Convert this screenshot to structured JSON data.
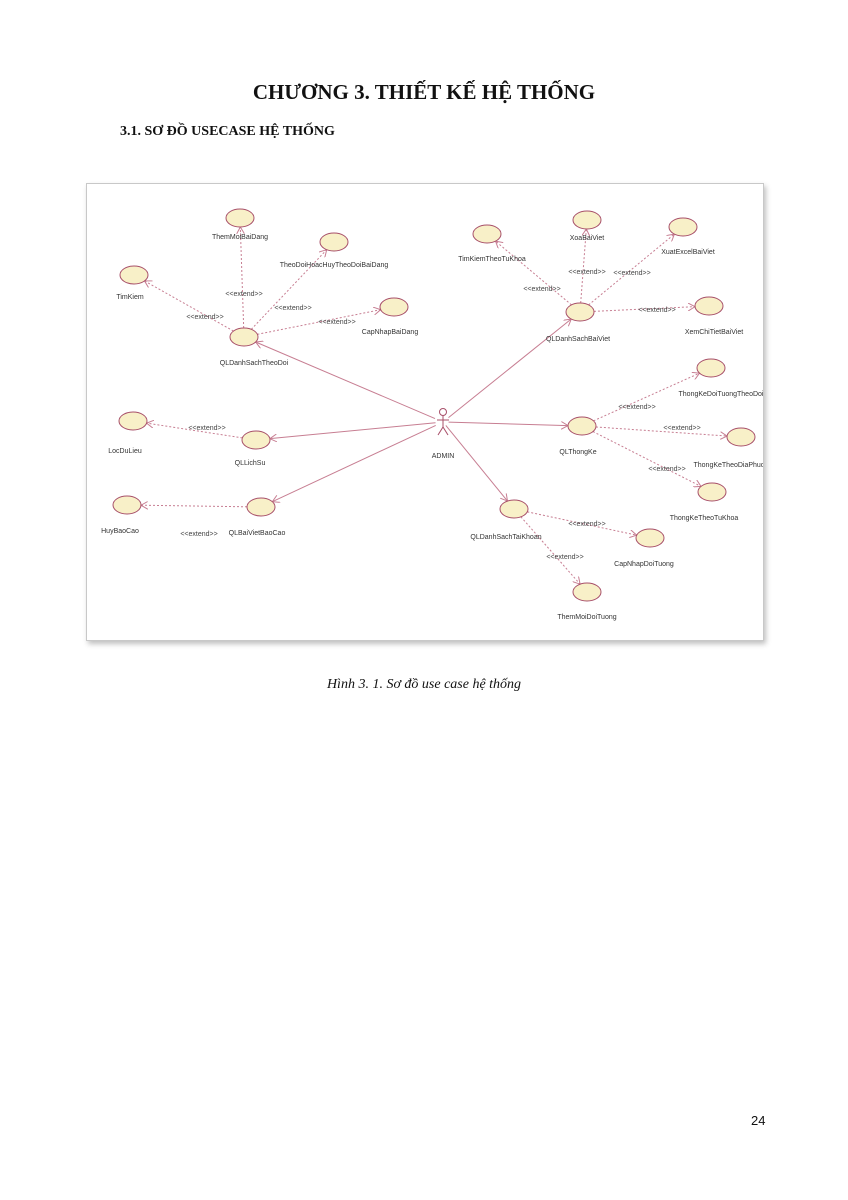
{
  "document": {
    "chapter_title": "CHƯƠNG 3. THIẾT KẾ HỆ THỐNG",
    "section_title": "3.1. SƠ ĐỒ USECASE HỆ THỐNG",
    "caption": "Hình 3. 1. Sơ đồ use case hệ thống",
    "page_number": "24"
  },
  "diagram": {
    "colors": {
      "ellipse_fill": "#f8f0c8",
      "ellipse_stroke": "#a8506a",
      "line": "#c77e92",
      "actor": "#a8506a"
    },
    "actor": {
      "id": "admin",
      "label": "ADMIN"
    },
    "usecases": [
      {
        "id": "themmoi",
        "label": "ThemMoiBaiDang"
      },
      {
        "id": "theodoi",
        "label": "TheoDoiHoacHuyTheoDoiBaiDang"
      },
      {
        "id": "timkiem",
        "label": "TimKiem"
      },
      {
        "id": "capnhapbd",
        "label": "CapNhapBaiDang"
      },
      {
        "id": "qldsd",
        "label": "QLDanhSachTheoDoi"
      },
      {
        "id": "locdulieu",
        "label": "LocDuLieu"
      },
      {
        "id": "qllichsu",
        "label": "QLLichSu"
      },
      {
        "id": "huybaocao",
        "label": "HuyBaoCao"
      },
      {
        "id": "qlbvbc",
        "label": "QLBaiVietBaoCao"
      },
      {
        "id": "timkiemtk",
        "label": "TimKiemTheoTuKhoa"
      },
      {
        "id": "xoabv",
        "label": "XoaBaiViet"
      },
      {
        "id": "xuatexcel",
        "label": "XuatExcelBaiViet"
      },
      {
        "id": "qldsbv",
        "label": "QLDanhSachBaiViet"
      },
      {
        "id": "xemct",
        "label": "XemChiTietBaiViet"
      },
      {
        "id": "tkdt",
        "label": "ThongKeDoiTuongTheoDoi"
      },
      {
        "id": "qltk",
        "label": "QLThongKe"
      },
      {
        "id": "tkdp",
        "label": "ThongKeTheoDiaPhuong"
      },
      {
        "id": "tktk",
        "label": "ThongKeTheoTuKhoa"
      },
      {
        "id": "qldstk",
        "label": "QLDanhSachTaiKhoan"
      },
      {
        "id": "capnhapdt",
        "label": "CapNhapDoiTuong"
      },
      {
        "id": "themmoidt",
        "label": "ThemMoiDoiTuong"
      }
    ],
    "associations": [
      {
        "from": "admin",
        "to": "qldsd"
      },
      {
        "from": "admin",
        "to": "qllichsu"
      },
      {
        "from": "admin",
        "to": "qlbvbc"
      },
      {
        "from": "admin",
        "to": "qldsbv"
      },
      {
        "from": "admin",
        "to": "qltk"
      },
      {
        "from": "admin",
        "to": "qldstk"
      }
    ],
    "extends": [
      {
        "from": "qldsd",
        "to": "themmoi",
        "label": "<<extend>>"
      },
      {
        "from": "qldsd",
        "to": "theodoi",
        "label": "<<extend>>"
      },
      {
        "from": "qldsd",
        "to": "timkiem",
        "label": "<<extend>>"
      },
      {
        "from": "qldsd",
        "to": "capnhapbd",
        "label": "<<extend>>"
      },
      {
        "from": "qllichsu",
        "to": "locdulieu",
        "label": "<<extend>>"
      },
      {
        "from": "qlbvbc",
        "to": "huybaocao",
        "label": "<<extend>>"
      },
      {
        "from": "qldsbv",
        "to": "timkiemtk",
        "label": "<<extend>>"
      },
      {
        "from": "qldsbv",
        "to": "xoabv",
        "label": "<<extend>>"
      },
      {
        "from": "qldsbv",
        "to": "xuatexcel",
        "label": "<<extend>>"
      },
      {
        "from": "qldsbv",
        "to": "xemct",
        "label": "<<extend>>"
      },
      {
        "from": "qltk",
        "to": "tkdt",
        "label": "<<extend>>"
      },
      {
        "from": "qltk",
        "to": "tkdp",
        "label": "<<extend>>"
      },
      {
        "from": "qltk",
        "to": "tktk",
        "label": "<<extend>>"
      },
      {
        "from": "qldstk",
        "to": "capnhapdt",
        "label": "<<extend>>"
      },
      {
        "from": "qldstk",
        "to": "themmoidt",
        "label": "<<extend>>"
      }
    ]
  }
}
